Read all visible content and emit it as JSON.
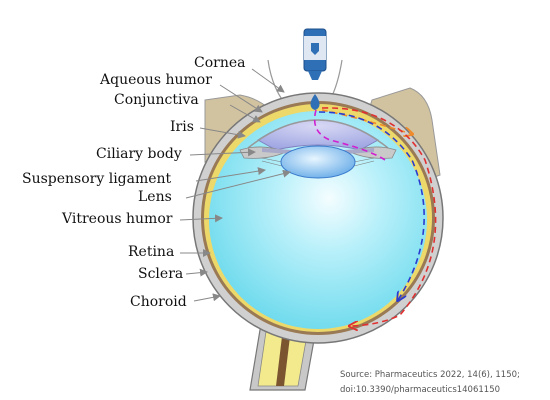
{
  "labels": {
    "cornea": "Cornea",
    "aqueous_humor": "Aqueous humor",
    "conjunctiva": "Conjunctiva",
    "iris": "Iris",
    "ciliary_body": "Ciliary body",
    "suspensory_ligament": "Suspensory ligament",
    "lens": "Lens",
    "vitreous_humor": "Vitreous humor",
    "retina": "Retina",
    "sclera": "Sclera",
    "choroid": "Choroid"
  },
  "source": {
    "line1": "Source: Pharmaceutics 2022, 14(6), 1150;",
    "line2": "doi:10.3390/pharmaceutics14061150"
  },
  "colors": {
    "vitreous": "#8fe6f5",
    "lids": "#d2c3a0",
    "sclera": "#c8c8c8",
    "retina": "#ecd96a",
    "choroid": "#8a6a45",
    "path_red": "#e03030",
    "path_blue": "#2a3cd0",
    "path_magenta": "#d020d0",
    "path_orange": "#f08a2a",
    "bottle": "#2f6fb5"
  }
}
